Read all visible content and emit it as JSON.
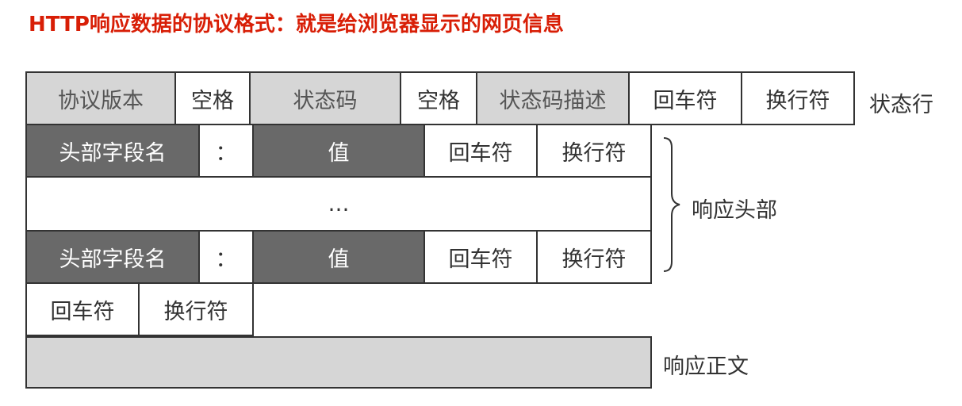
{
  "title": "HTTP响应数据的协议格式：就是给浏览器显示的网页信息",
  "status_line": {
    "cells": [
      "协议版本",
      "空格",
      "状态码",
      "空格",
      "状态码描述",
      "回车符",
      "换行符"
    ],
    "label": "状态行"
  },
  "header_row_1": [
    "头部字段名",
    "：",
    "值",
    "回车符",
    "换行符"
  ],
  "ellipsis": "…",
  "header_row_2": [
    "头部字段名",
    "：",
    "值",
    "回车符",
    "换行符"
  ],
  "headers_label": "响应头部",
  "blank_line": [
    "回车符",
    "换行符"
  ],
  "body_label": "响应正文"
}
